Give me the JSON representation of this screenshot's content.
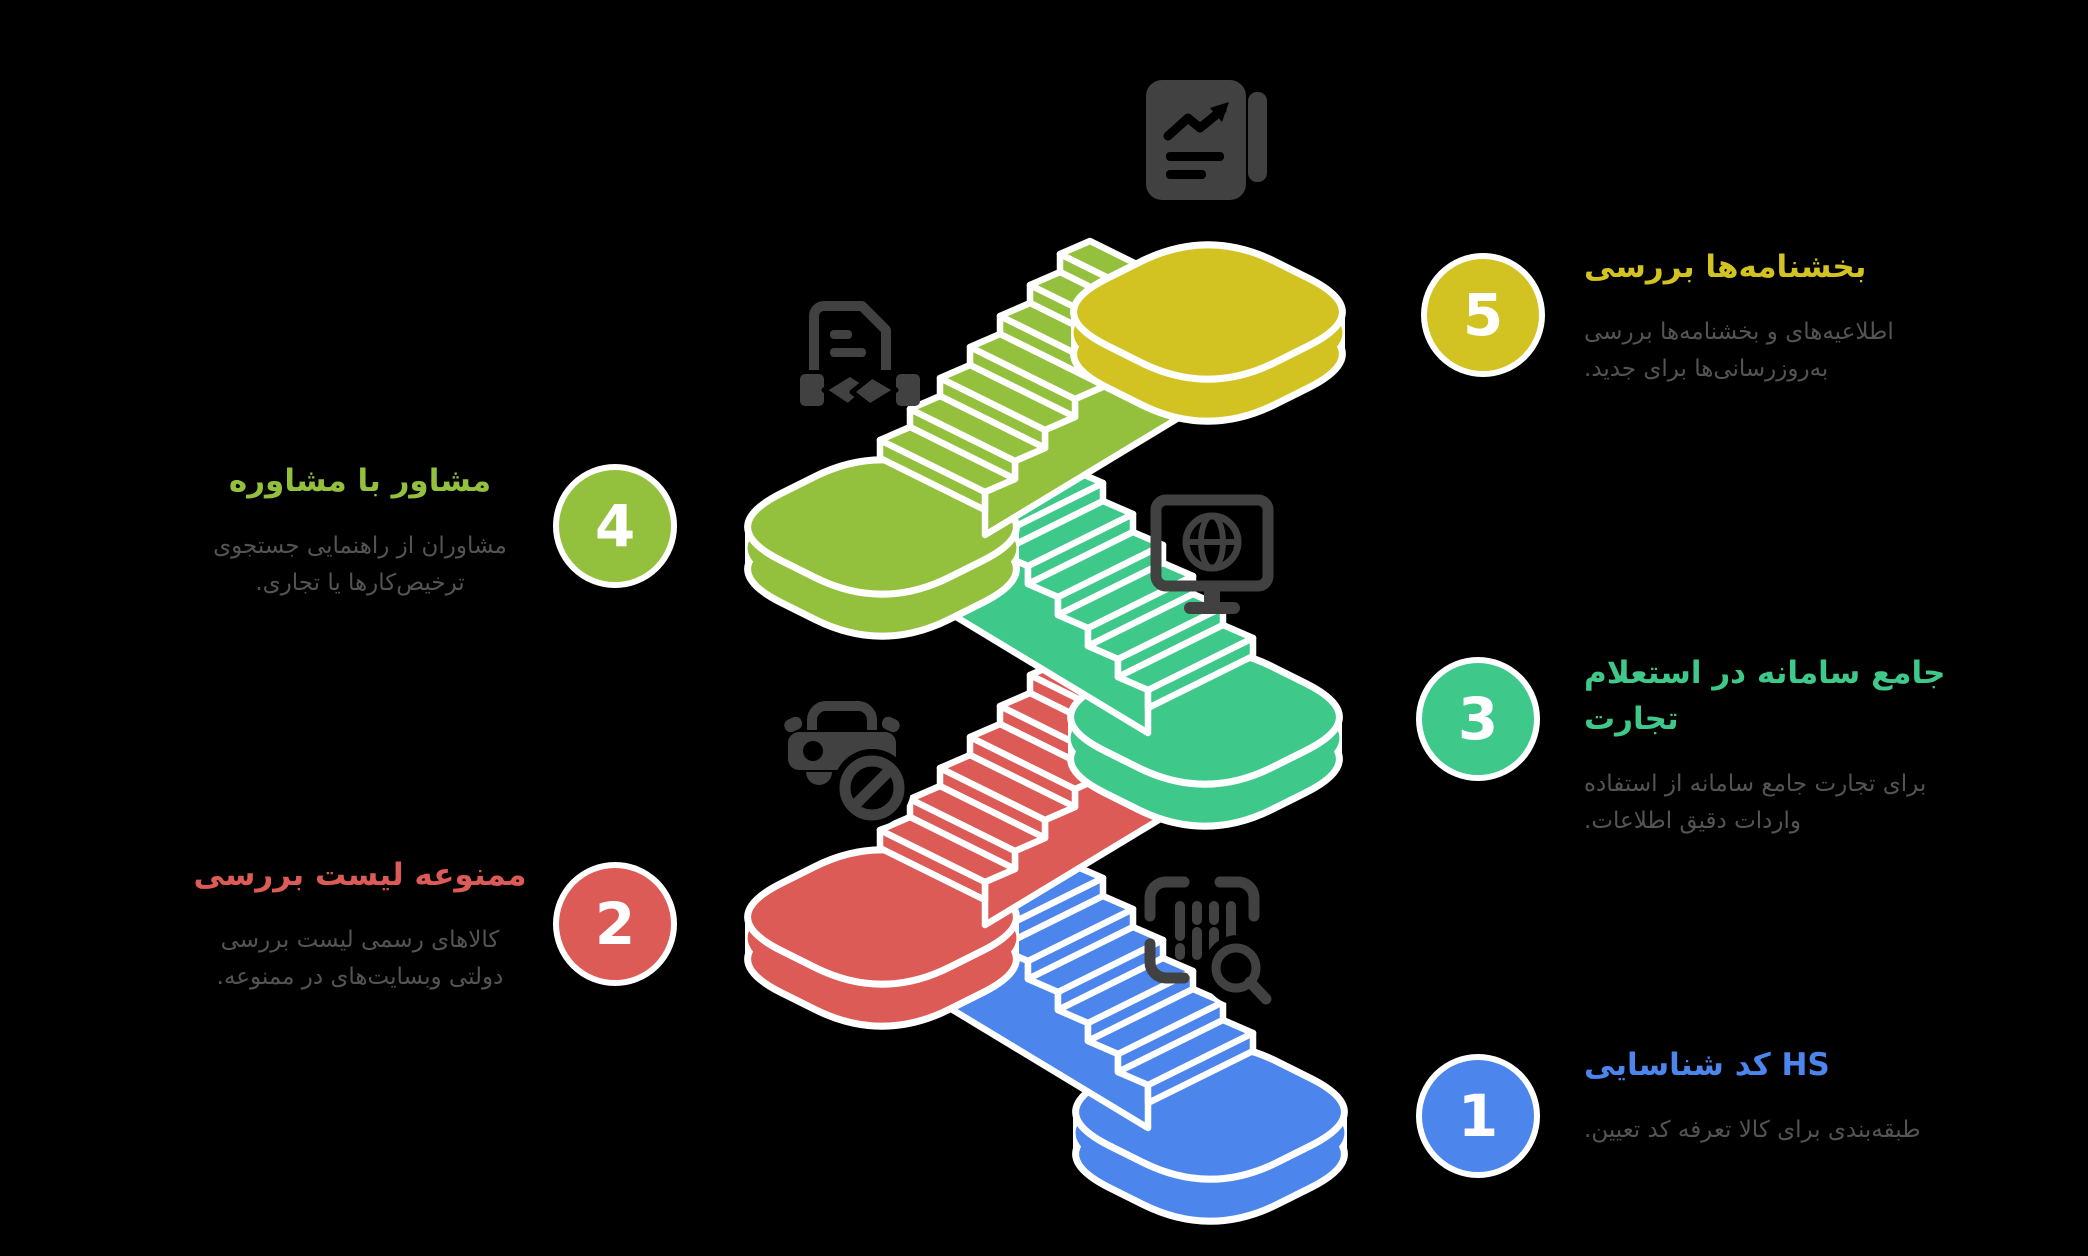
{
  "background": "#000000",
  "colors": {
    "outline": "#ffffff",
    "icon": "#414141",
    "desc_text": "#545454",
    "number_text": "#ffffff"
  },
  "steps": [
    {
      "number": "1",
      "color": "#4c86ec",
      "icon": "barcode-search-icon",
      "title_lines": [
        "شناسایی کد HS"
      ],
      "desc_lines": [
        ".تعیین کد تعرفه کالا برای طبقه‌بندی"
      ]
    },
    {
      "number": "2",
      "color": "#dc5b57",
      "icon": "car-prohibited-icon",
      "title_lines": [
        "بررسی لیست ممنوعه"
      ],
      "desc_lines": [
        "بررسی لیست رسمی کالاهای",
        ".ممنوعه در وبسایت‌های دولتی"
      ]
    },
    {
      "number": "3",
      "color": "#3ec98b",
      "icon": "monitor-globe-icon",
      "title_lines": [
        "استعلام در سامانه جامع",
        "تجارت"
      ],
      "desc_lines": [
        "استفاده از سامانه جامع تجارت برای",
        ".اطلاعات دقیق واردات"
      ]
    },
    {
      "number": "4",
      "color": "#94c13d",
      "icon": "document-handshake-icon",
      "title_lines": [
        "مشاوره با مشاور"
      ],
      "desc_lines": [
        "جستجوی راهنمایی از مشاوران",
        ".تجاری یا ترخیص‌کارها"
      ]
    },
    {
      "number": "5",
      "color": "#d3c322",
      "icon": "report-chart-icon",
      "title_lines": [
        "بررسی بخشنامه‌ها"
      ],
      "desc_lines": [
        "بررسی بخشنامه‌ها و اطلاعیه‌های",
        ".جدید برای به‌روزرسانی‌ها"
      ]
    }
  ]
}
